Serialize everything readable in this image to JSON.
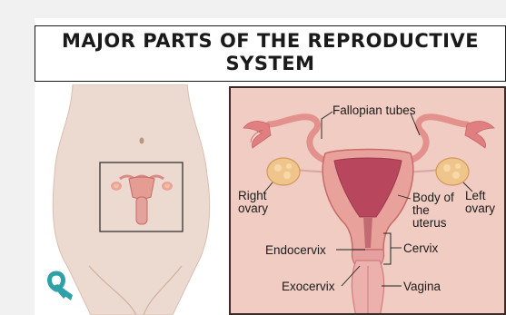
{
  "title": "MAJOR PARTS OF THE REPRODUCTIVE SYSTEM",
  "labels": {
    "fallopian_tubes": "Fallopian tubes",
    "right_ovary": "Right ovary",
    "left_ovary": "Left ovary",
    "body_of_uterus": "Body of the uterus",
    "endocervix": "Endocervix",
    "cervix": "Cervix",
    "exocervix": "Exocervix",
    "vagina": "Vagina"
  },
  "colors": {
    "ribbon": "#2fa0a8",
    "panel_bg": "#f0ccc2",
    "tissue": "#e79a93",
    "tissue_dark": "#c86b68"
  },
  "icons": {
    "awareness_ribbon": "teal-ribbon-icon"
  }
}
